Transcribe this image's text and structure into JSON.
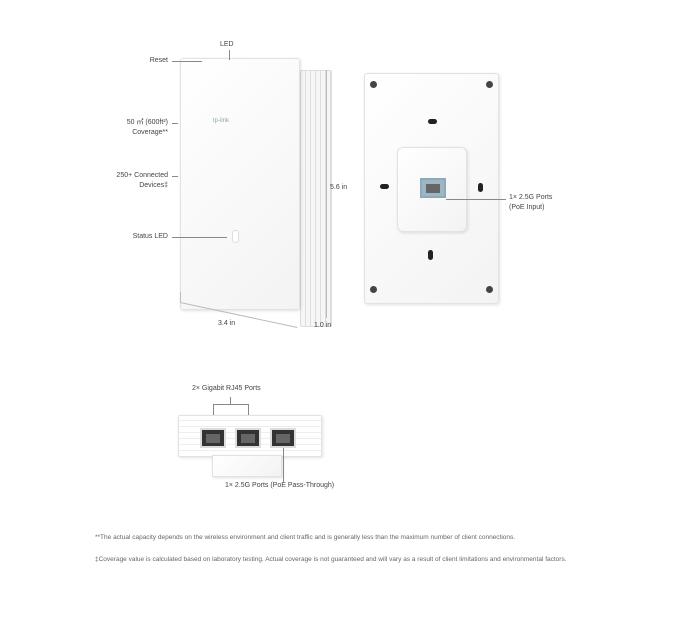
{
  "front": {
    "led": "LED",
    "reset": "Reset",
    "coverage_1": "50 ㎡ (600ft²)",
    "coverage_2": "Coverage**",
    "devices_1": "250+ Connected",
    "devices_2": "Devices‡",
    "status_led": "Status LED",
    "height": "5.6 in",
    "width": "3.4 in",
    "depth": "1.0 in",
    "logo": "tp-link"
  },
  "back": {
    "port_1": "1× 2.5G Ports",
    "port_2": "(PoE Input)"
  },
  "bottom": {
    "gigabit": "2× Gigabit RJ45 Ports",
    "passthrough": "1× 2.5G Ports (PoE Pass-Through)"
  },
  "footnotes": [
    "**The actual capacity depends on the wireless environment and client traffic and is generally less than the maximum number of client connections.",
    "‡Coverage value is calculated based on laboratory testing. Actual coverage is not guaranteed and will vary as a result of client limitations and environmental factors."
  ]
}
